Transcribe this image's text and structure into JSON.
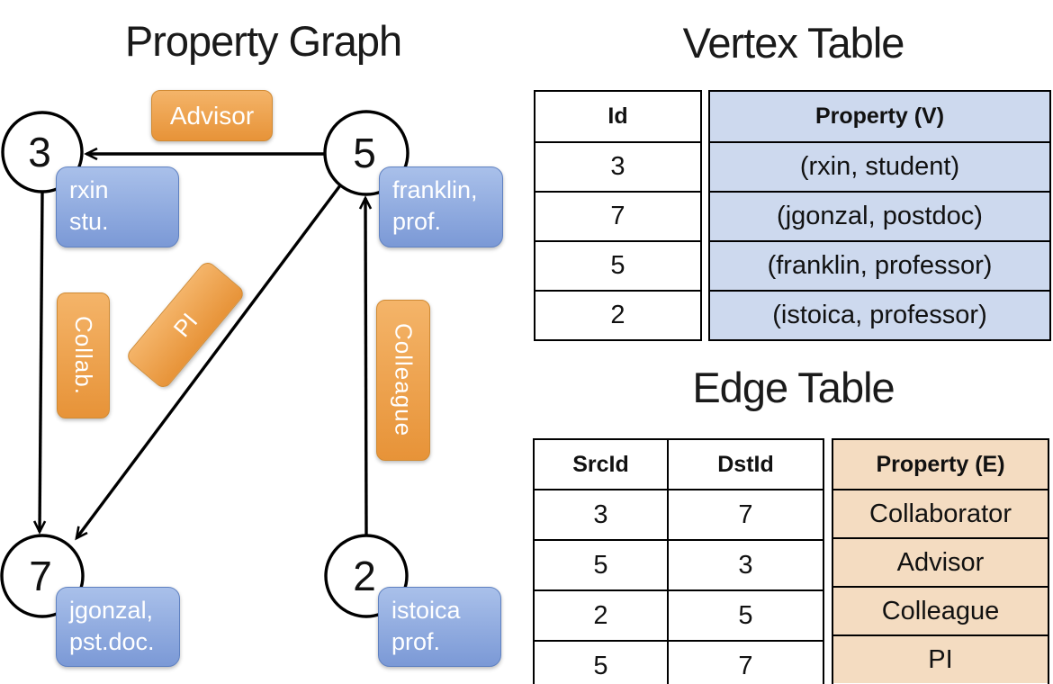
{
  "graph": {
    "title": "Property Graph",
    "nodes": [
      {
        "id": "3",
        "label_lines": [
          "rxin",
          "stu."
        ]
      },
      {
        "id": "5",
        "label_lines": [
          "franklin,",
          "prof."
        ]
      },
      {
        "id": "7",
        "label_lines": [
          "jgonzal,",
          "pst.doc."
        ]
      },
      {
        "id": "2",
        "label_lines": [
          "istoica",
          "prof."
        ]
      }
    ],
    "edge_labels": {
      "advisor": "Advisor",
      "collab": "Collab.",
      "pi": "PI",
      "colleague": "Colleague"
    }
  },
  "vertex_table": {
    "title": "Vertex Table",
    "columns": [
      "Id",
      "Property (V)"
    ],
    "rows": [
      [
        "3",
        "(rxin, student)"
      ],
      [
        "7",
        "(jgonzal, postdoc)"
      ],
      [
        "5",
        "(franklin, professor)"
      ],
      [
        "2",
        "(istoica, professor)"
      ]
    ]
  },
  "edge_table": {
    "title": "Edge Table",
    "columns": [
      "SrcId",
      "DstId",
      "Property (E)"
    ],
    "rows": [
      [
        "3",
        "7",
        "Collaborator"
      ],
      [
        "5",
        "3",
        "Advisor"
      ],
      [
        "2",
        "5",
        "Colleague"
      ],
      [
        "5",
        "7",
        "PI"
      ]
    ]
  },
  "colors": {
    "orange_top": "#f4b469",
    "orange_bottom": "#e79338",
    "orange_border": "#d08a33",
    "blue_top": "#a9c0ea",
    "blue_bottom": "#7b99d6",
    "blue_border": "#5f81c1",
    "vertex_cell_bg": "#cdd9ee",
    "edge_cell_bg": "#f4dcc1",
    "line_color": "#000000"
  }
}
